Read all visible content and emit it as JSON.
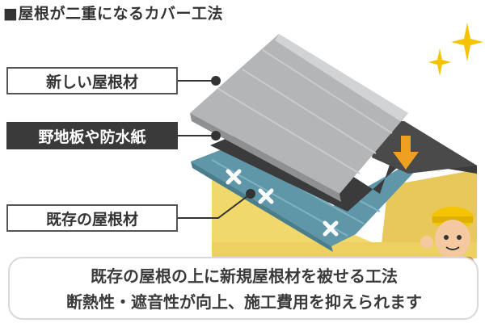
{
  "title": "■屋根が二重になるカバー工法",
  "labels": {
    "new_roof": "新しい屋根材",
    "underlayment": "野地板や防水紙",
    "existing_roof": "既存の屋根材"
  },
  "caption": {
    "line1": "既存の屋根の上に新規屋根材を被せる工法",
    "line2": "断熱性・遮音性が向上、施工費用を抑えられます"
  },
  "colors": {
    "new_roof": "#b4b5b7",
    "underlayment": "#3b3b3b",
    "existing_roof": "#5f96a8",
    "house_wall": "#f1d86a",
    "arrow": "#f0a020",
    "sparkle": "#f5c400"
  }
}
